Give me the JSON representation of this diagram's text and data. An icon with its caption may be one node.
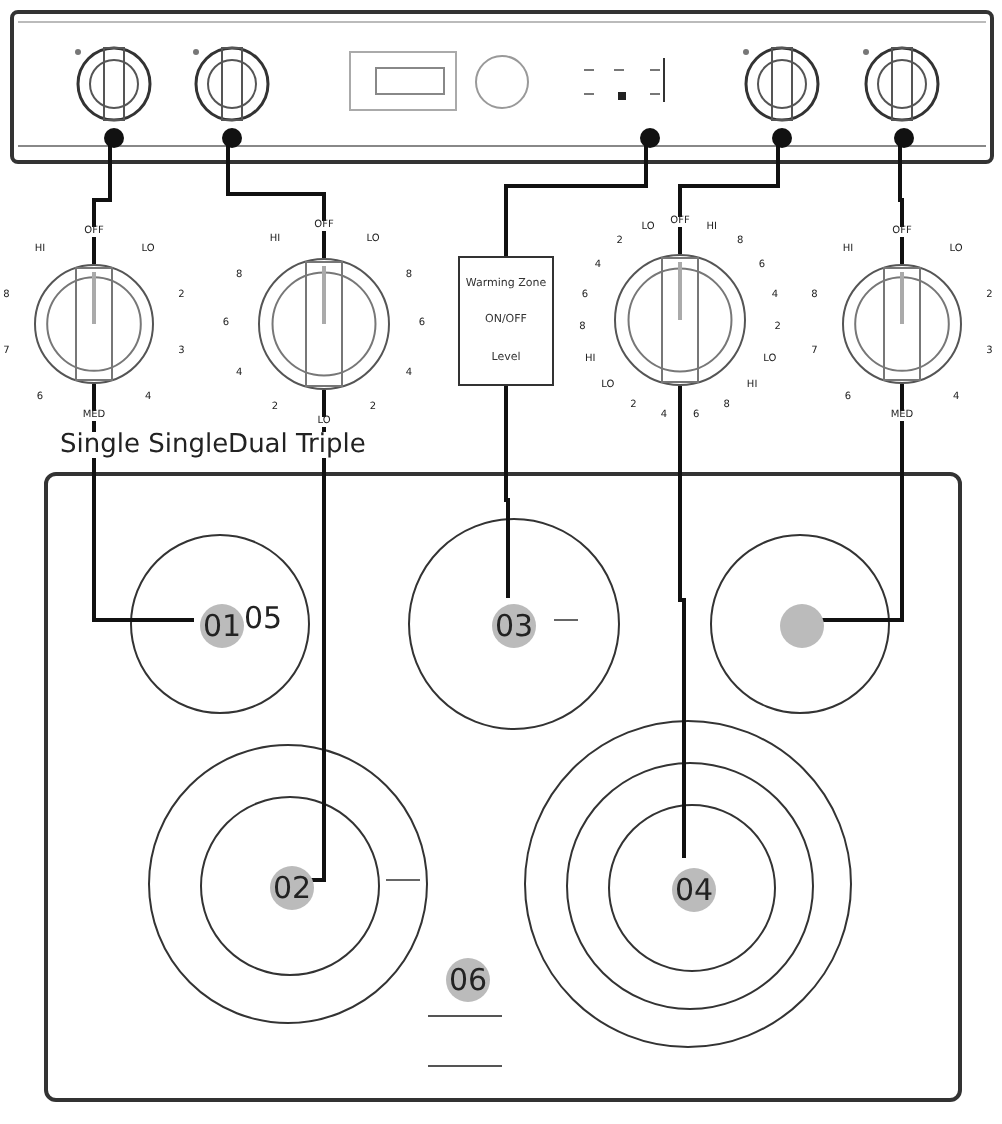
{
  "diagram": {
    "nodes": [
      {
        "text": [],
        "shape": "box"
      },
      {
        "text": [],
        "shape": "circle",
        "in": 0
      },
      {
        "text": [],
        "shape": "circle",
        "in": 0
      },
      {
        "text": [],
        "shape": "circle",
        "in": 0
      },
      {
        "text": [],
        "shape": "circle",
        "in": 0
      },
      {
        "text": [],
        "shape": "circle",
        "in": 0
      },
      {
        "text": [],
        "shape": "circle",
        "beside": [
          "OFF",
          "LO",
          "2",
          "3",
          "4",
          "MED",
          "6",
          "7",
          "8",
          "HI"
        ]
      },
      {
        "text": [],
        "shape": "circle",
        "beside": [
          "OFF",
          "LO",
          "8",
          "6",
          "4",
          "2",
          "LO",
          "2",
          "4",
          "6",
          "8",
          "HI"
        ]
      },
      {
        "text": [
          "Warming Zone",
          "ON/OFF",
          "Level"
        ]
      },
      {
        "text": [],
        "shape": "circle",
        "beside": [
          "OFF",
          "HI",
          "8",
          "6",
          "4",
          "2",
          "LO",
          "HI",
          "8",
          "6",
          "4",
          "2",
          "LO",
          "HI",
          "8",
          "6",
          "4",
          "2",
          "LO"
        ]
      },
      {
        "text": [],
        "shape": "circle",
        "beside": [
          "OFF",
          "LO",
          "2",
          "3",
          "4",
          "MED",
          "6",
          "7",
          "8",
          "HI"
        ]
      },
      {
        "text": [],
        "shape": "box"
      },
      {
        "text": [],
        "shape": "circle",
        "in": 11
      },
      {
        "text": [],
        "shape": "circle",
        "in": 11
      },
      {
        "text": [],
        "shape": "circle",
        "in": 11
      },
      {
        "text": [],
        "shape": "circle",
        "in": 11
      },
      {
        "text": [],
        "shape": "circle",
        "in": 15
      },
      {
        "text": [],
        "shape": "circle",
        "in": 11
      },
      {
        "text": [],
        "shape": "circle",
        "in": 17
      },
      {
        "text": [],
        "shape": "circle",
        "in": 18
      },
      {
        "text": [
          "01"
        ],
        "in": 12,
        "beside": [
          "05"
        ]
      },
      {
        "text": [
          "03"
        ],
        "in": 13
      },
      {
        "text": [],
        "shape": "circle",
        "in": 14
      },
      {
        "text": [
          "02"
        ],
        "in": 16
      },
      {
        "text": [
          "04"
        ],
        "in": 19
      },
      {
        "text": [
          "06"
        ],
        "in": 11
      }
    ],
    "edges": [
      {
        "from": 1,
        "to": 6,
        "arrow": "none"
      },
      {
        "from": 6,
        "to": 20,
        "arrow": "none"
      },
      {
        "from": 2,
        "to": 7,
        "arrow": "none"
      },
      {
        "from": 7,
        "to": 23,
        "arrow": "none"
      },
      {
        "from": 3,
        "to": 8,
        "arrow": "none"
      },
      {
        "from": 8,
        "to": 21,
        "arrow": "none"
      },
      {
        "from": 4,
        "to": 9,
        "arrow": "none"
      },
      {
        "from": 9,
        "to": 24,
        "arrow": "none"
      },
      {
        "from": 5,
        "to": 10,
        "arrow": "none"
      },
      {
        "from": 10,
        "to": 22,
        "arrow": "none"
      }
    ],
    "labels": [
      "Single SingleDual Triple"
    ]
  }
}
